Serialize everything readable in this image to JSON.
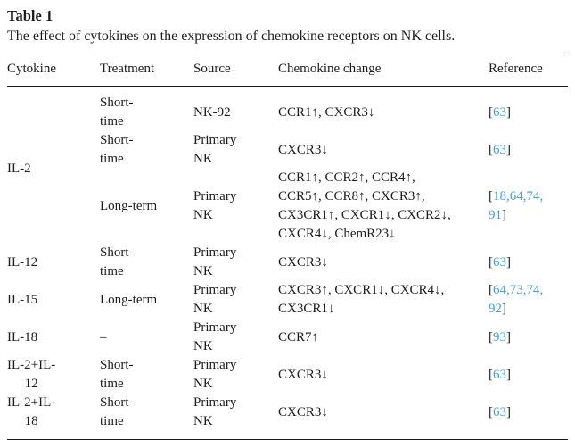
{
  "page": {
    "title": "Table 1",
    "caption": "The effect of cytokines on the expression of chemokine receptors on NK cells."
  },
  "colors": {
    "link_blue": "#3fa0da",
    "text_black": "#1c1c1c",
    "rule_black": "#191919"
  },
  "table": {
    "headers": [
      "Cytokine",
      "Treatment",
      "Source",
      "Chemokine change",
      "Reference"
    ],
    "rows": [
      {
        "cytokine": "IL-2",
        "treatment": "Short-\ntime",
        "source": "NK-92",
        "chemokine_change": "CCR1↑, CXCR3↓",
        "reference": "[63]"
      },
      {
        "treatment": "Short-\ntime",
        "source": "Primary\nNK",
        "chemokine_change": "CXCR3↓",
        "reference": "[63]"
      },
      {
        "treatment": "Long-term",
        "source": "Primary\nNK",
        "chemokine_change": "CCR1↑, CCR2↑, CCR4↑,\nCCR5↑, CCR8↑, CXCR3↑,\nCX3CR1↑, CXCR1↓, CXCR2↓,\nCXCR4↓, ChemR23↓",
        "reference": "[18,64,74,\n91]"
      },
      {
        "cytokine": "IL-12",
        "treatment": "Short-\ntime",
        "source": "Primary\nNK",
        "chemokine_change": "CXCR3↓",
        "reference": "[63]"
      },
      {
        "cytokine": "IL-15",
        "treatment": "Long-term",
        "source": "Primary\nNK",
        "chemokine_change": "CXCR3↑, CXCR1↓, CXCR4↓,\nCX3CR1↓",
        "reference": "[64,73,74,\n92]"
      },
      {
        "cytokine": "IL-18",
        "treatment": "–",
        "source": "Primary\nNK",
        "chemokine_change": "CCR7↑",
        "reference": "[93]"
      },
      {
        "cytokine": "IL-2+IL-\n12",
        "treatment": "Short-\ntime",
        "source": "Primary\nNK",
        "chemokine_change": "CXCR3↓",
        "reference": "[63]"
      },
      {
        "cytokine": "IL-2+IL-\n18",
        "treatment": "Short-\ntime",
        "source": "Primary\nNK",
        "chemokine_change": "CXCR3↓",
        "reference": "[63]"
      }
    ]
  }
}
